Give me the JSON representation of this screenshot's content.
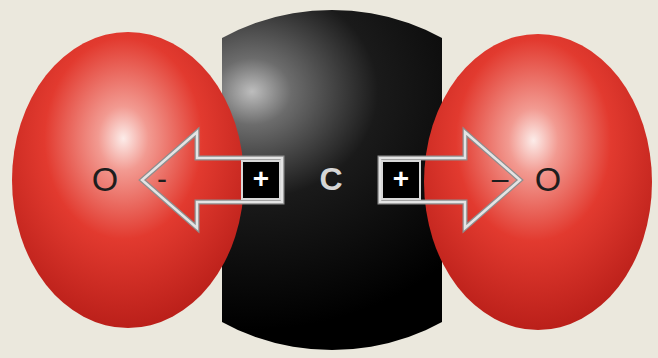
{
  "diagram": {
    "nodes": [
      {
        "text": [
          "O"
        ]
      },
      {
        "text": [
          "C"
        ]
      },
      {
        "text": [
          "O"
        ]
      }
    ],
    "edges": [
      {
        "from": 1,
        "to": 0,
        "arrow": "to"
      },
      {
        "from": 1,
        "to": 2,
        "arrow": "to"
      }
    ],
    "labels": [
      "-",
      "+",
      "+",
      "–"
    ]
  }
}
